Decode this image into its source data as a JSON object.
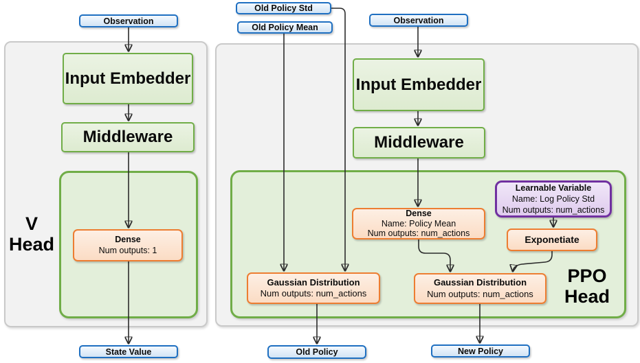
{
  "v_head": {
    "label": [
      "V",
      "Head"
    ],
    "observation": "Observation",
    "input_embedder": "Input Embedder",
    "middleware": "Middleware",
    "dense": {
      "title": "Dense",
      "outputs": "Num outputs: 1"
    },
    "state_value": "State Value"
  },
  "ppo_head": {
    "label": [
      "PPO",
      "Head"
    ],
    "old_policy_std": "Old Policy Std",
    "old_policy_mean": "Old Policy Mean",
    "observation": "Observation",
    "input_embedder": "Input Embedder",
    "middleware": "Middleware",
    "dense": {
      "title": "Dense",
      "name": "Name: Policy Mean",
      "outputs": "Num outputs: num_actions"
    },
    "learnable_variable": {
      "title": "Learnable Variable",
      "name": "Name: Log Policy Std",
      "outputs": "Num outputs: num_actions"
    },
    "exponetiate": "Exponetiate",
    "gaussian_old": {
      "title": "Gaussian Distribution",
      "outputs": "Num outputs: num_actions"
    },
    "gaussian_new": {
      "title": "Gaussian Distribution",
      "outputs": "Num outputs: num_actions"
    },
    "old_policy": "Old Policy",
    "new_policy": "New Policy"
  },
  "colors": {
    "blue_border": "#1E6FC1",
    "blue_fill": "#D9E8F7",
    "green_border": "#70AD47",
    "green_fill": "#E3EFDA",
    "orange_border": "#ED7D31",
    "orange_fill": "#FCE4D6",
    "purple_border": "#7030A0",
    "purple_fill": "#E6D8F0",
    "panel_fill": "#F2F2F2",
    "panel_border": "#C9C9C9",
    "line": "#2B2B2B"
  }
}
